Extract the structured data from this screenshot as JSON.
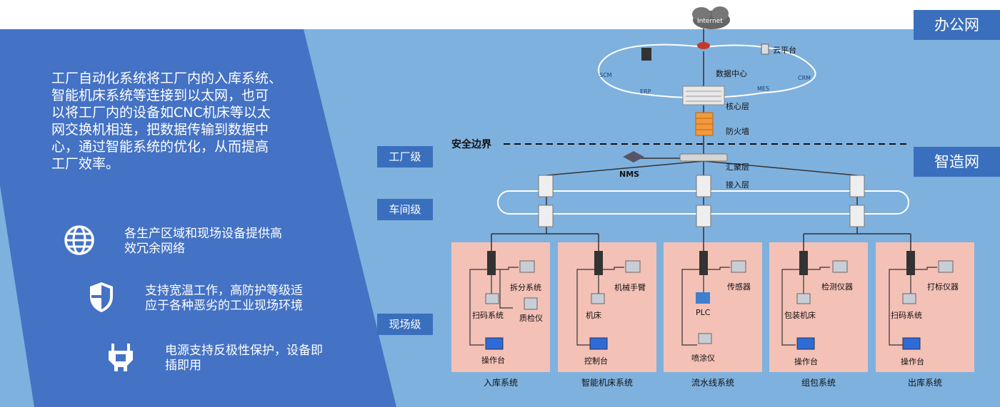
{
  "intro_text": "工厂自动化系统将工厂内的入库系统、智能机床系统等连接到以太网，也可以将工厂内的设备如CNC机床等以太网交换机相连，把数据传输到数据中心，通过智能系统的优化，从而提高工厂效率。",
  "intro_lines": [
    "工厂自动化系统将工厂内的入库系统、",
    "智能机床系统等连接到以太网，也可",
    "以将工厂内的设备如CNC机床等以太",
    "网交换机相连，把数据传输到数据中",
    "心，通过智能系统的优化，从而提高",
    "工厂效率。"
  ],
  "features": [
    {
      "icon": "globe-icon",
      "lines": [
        "各生产区域和现场设备提供高",
        "效冗余网络"
      ]
    },
    {
      "icon": "shield-icon",
      "lines": [
        "支持宽温工作，高防护等级适",
        "应于各种恶劣的工业现场环境"
      ]
    },
    {
      "icon": "power-plug-icon",
      "lines": [
        "电源支持反极性保护，设备即",
        "插即用"
      ]
    }
  ],
  "networks": {
    "office": "办公网",
    "manufacturing": "智造网"
  },
  "levels": {
    "factory": "工厂级",
    "workshop": "车间级",
    "field": "现场级"
  },
  "top": {
    "internet": "Internet",
    "cloud_platform": "云平台",
    "data_center": "数据中心",
    "scm": "SCM",
    "erp": "ERP",
    "mes": "MES",
    "crm": "CRM",
    "core_layer": "核心层",
    "firewall": "防火墙",
    "security_boundary": "安全边界",
    "nms": "NMS",
    "aggregation_layer": "汇聚层",
    "access_layer": "接入层"
  },
  "systems": [
    {
      "name": "入库系统",
      "devices": [
        "拆分系统",
        "扫码系统",
        "质检仪",
        "操作台"
      ]
    },
    {
      "name": "智能机床系统",
      "devices": [
        "机械手臂",
        "机床",
        "控制台"
      ]
    },
    {
      "name": "流水线系统",
      "devices": [
        "传感器",
        "PLC",
        "喷涂仪"
      ]
    },
    {
      "name": "组包系统",
      "devices": [
        "检测仪器",
        "包装机床",
        "操作台"
      ]
    },
    {
      "name": "出库系统",
      "devices": [
        "打标仪器",
        "扫码系统",
        "操作台"
      ]
    }
  ],
  "colors": {
    "page_bg": "#7fb1de",
    "left_panel": "#4472c4",
    "badge": "#3a6fbd",
    "field_panel": "#f4c1b7",
    "text_light": "#ffffff"
  }
}
